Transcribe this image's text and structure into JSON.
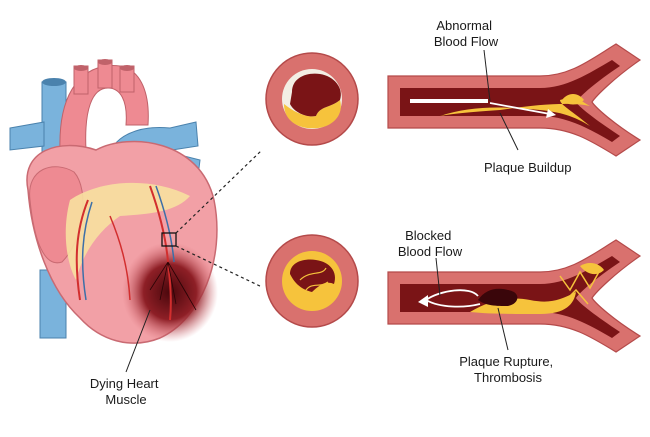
{
  "labels": {
    "abnormal_flow": [
      "Abnormal",
      "Blood Flow"
    ],
    "plaque_buildup": "Plaque Buildup",
    "blocked_flow": [
      "Blocked",
      "Blood Flow"
    ],
    "plaque_rupture": [
      "Plaque Rupture,",
      "Thrombosis"
    ],
    "dying_muscle": [
      "Dying Heart",
      "Muscle"
    ]
  },
  "colors": {
    "vessel_wall": "#d9716e",
    "vessel_wall_dark": "#b44a4a",
    "lumen_blood": "#7a1416",
    "plaque": "#f6c33c",
    "heart_pink": "#f2a0a6",
    "vein_blue": "#7ab3dc",
    "dying_tissue": "#5e0f14",
    "fat": "#f7e0a0"
  }
}
